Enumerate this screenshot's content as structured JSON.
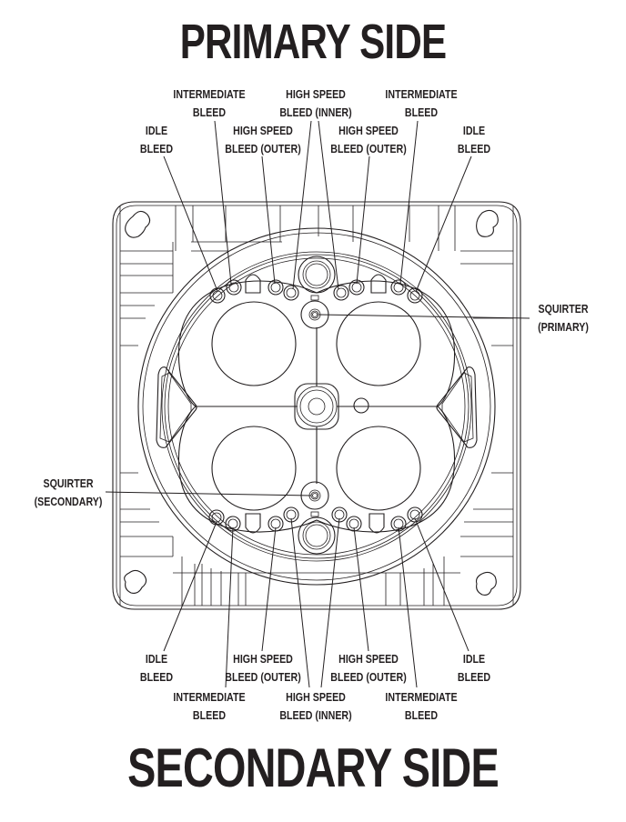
{
  "titles": {
    "top": "PRIMARY SIDE",
    "bottom": "SECONDARY SIDE"
  },
  "labels": {
    "primary": [
      {
        "id": "idle-bleed-left",
        "line1": "IDLE",
        "line2": "BLEED"
      },
      {
        "id": "intermediate-bleed-left",
        "line1": "INTERMEDIATE",
        "line2": "BLEED"
      },
      {
        "id": "high-speed-bleed-outer-left",
        "line1": "HIGH SPEED",
        "line2": "BLEED (OUTER)"
      },
      {
        "id": "high-speed-bleed-inner",
        "line1": "HIGH SPEED",
        "line2": "BLEED (INNER)"
      },
      {
        "id": "high-speed-bleed-outer-right",
        "line1": "HIGH SPEED",
        "line2": "BLEED (OUTER)"
      },
      {
        "id": "intermediate-bleed-right",
        "line1": "INTERMEDIATE",
        "line2": "BLEED"
      },
      {
        "id": "idle-bleed-right",
        "line1": "IDLE",
        "line2": "BLEED"
      }
    ],
    "secondary": [
      {
        "id": "idle-bleed-left",
        "line1": "IDLE",
        "line2": "BLEED"
      },
      {
        "id": "intermediate-bleed-left",
        "line1": "INTERMEDIATE",
        "line2": "BLEED"
      },
      {
        "id": "high-speed-bleed-outer-left",
        "line1": "HIGH SPEED",
        "line2": "BLEED (OUTER)"
      },
      {
        "id": "high-speed-bleed-inner",
        "line1": "HIGH SPEED",
        "line2": "BLEED (INNER)"
      },
      {
        "id": "high-speed-bleed-outer-right",
        "line1": "HIGH SPEED",
        "line2": "BLEED (OUTER)"
      },
      {
        "id": "intermediate-bleed-right",
        "line1": "INTERMEDIATE",
        "line2": "BLEED"
      },
      {
        "id": "idle-bleed-right",
        "line1": "IDLE",
        "line2": "BLEED"
      }
    ],
    "squirter_primary": {
      "line1": "SQUIRTER",
      "line2": "(PRIMARY)"
    },
    "squirter_secondary": {
      "line1": "SQUIRTER",
      "line2": "(SECONDARY)"
    }
  },
  "colors": {
    "ink": "#231f20",
    "background": "#ffffff"
  }
}
